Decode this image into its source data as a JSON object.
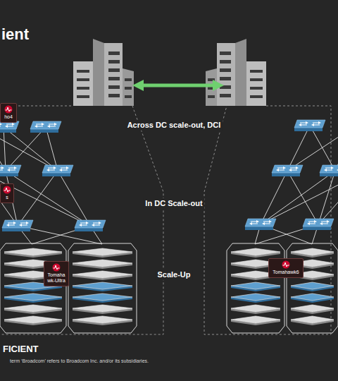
{
  "diagram": {
    "title": "ient",
    "nodes": [
      {
        "text": [
          "ho4"
        ]
      },
      {
        "text": [
          "s"
        ]
      },
      {
        "text": [
          "Tomaha wk-Ultra"
        ]
      },
      {
        "text": [
          "Tomahawk6"
        ]
      }
    ],
    "labels": [
      "Across DC scale-out, DCI",
      "In DC Scale-out",
      "Scale-Up",
      "FICIENT",
      "term ‘Broadcom’ refers to Broadcom Inc. and/or its subsidiaries."
    ]
  }
}
